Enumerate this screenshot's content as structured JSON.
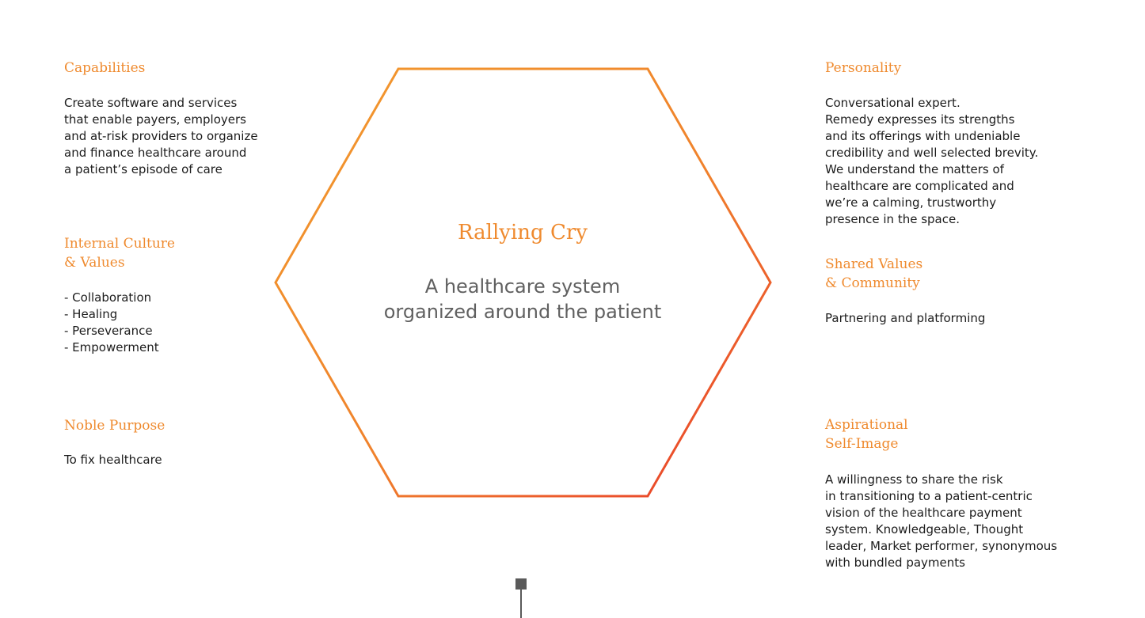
{
  "colors": {
    "heading": "#ef8a2e",
    "body_text": "#1c1c1c",
    "center_subtitle": "#606060",
    "hexagon_gradient_start": "#f29a2e",
    "hexagon_gradient_end": "#e8382a",
    "connector": "#5a5a5a"
  },
  "center": {
    "title": "Rallying Cry",
    "subtitle": "A healthcare system\norganized around the patient"
  },
  "left": {
    "capabilities": {
      "heading": "Capabilities",
      "text": "Create software and services\nthat enable payers, employers\nand at-risk providers to organize\nand finance healthcare around\na patient’s episode of care"
    },
    "internal_culture": {
      "heading": "Internal Culture\n& Values",
      "text": "- Collaboration\n- Healing\n- Perseverance\n- Empowerment"
    },
    "noble_purpose": {
      "heading": "Noble Purpose",
      "text": "To fix healthcare"
    }
  },
  "right": {
    "personality": {
      "heading": "Personality",
      "text": "Conversational expert.\nRemedy expresses its strengths\nand its offerings with undeniable\ncredibility and well selected brevity.\nWe understand the matters of\nhealthcare are complicated and\nwe’re a calming, trustworthy\npresence in the space."
    },
    "shared_values": {
      "heading": "Shared Values\n& Community",
      "text": "Partnering and platforming"
    },
    "aspirational": {
      "heading": "Aspirational\nSelf-Image",
      "text": "A willingness to share the risk\nin transitioning to a patient-centric\nvision of the healthcare payment\nsystem. Knowledgeable, Thought\nleader, Market performer, synonymous\nwith bundled payments"
    }
  }
}
